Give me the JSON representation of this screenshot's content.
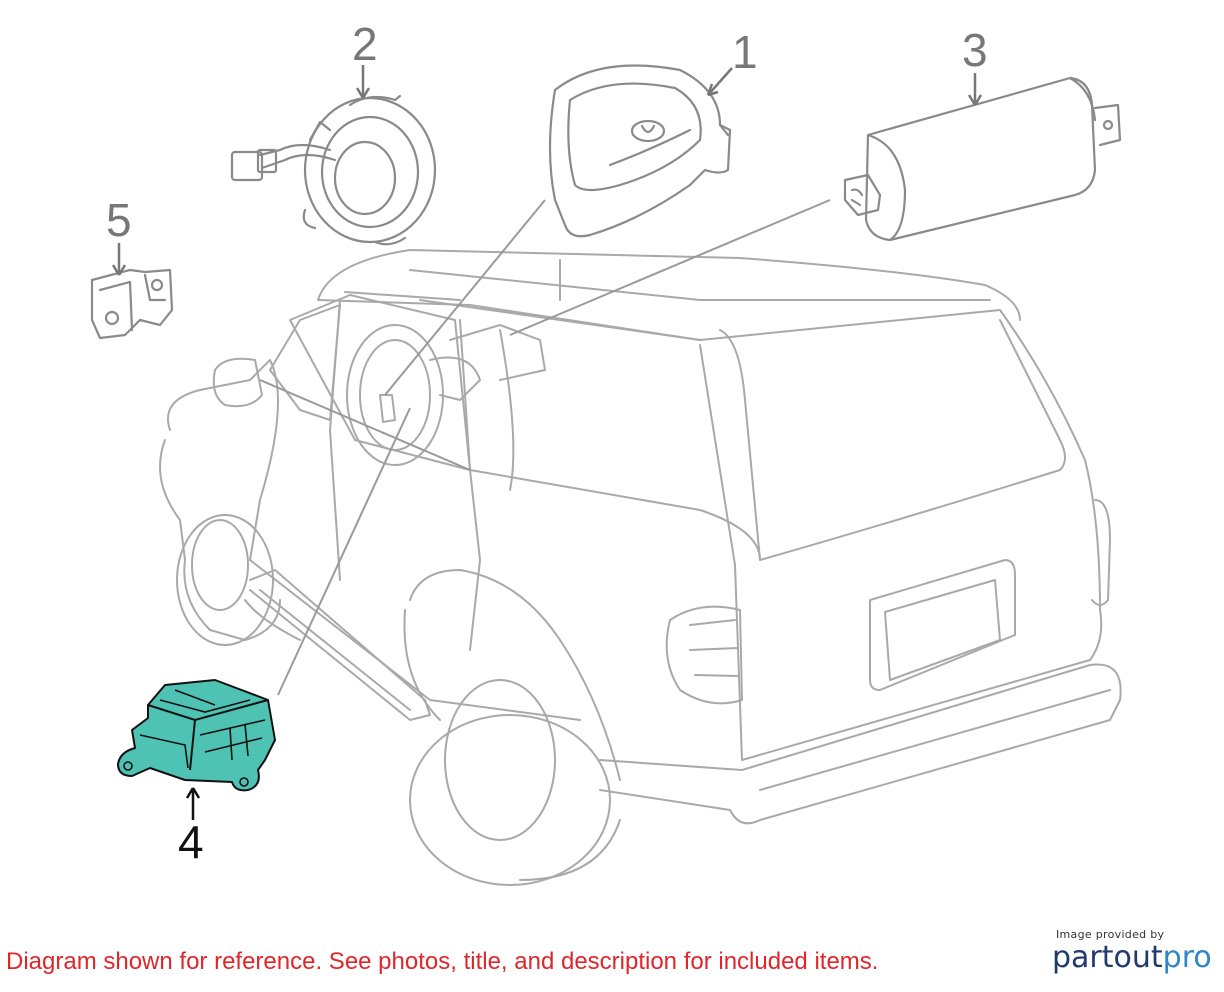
{
  "diagram": {
    "callouts": [
      {
        "id": "1",
        "label": "1"
      },
      {
        "id": "2",
        "label": "2"
      },
      {
        "id": "3",
        "label": "3"
      },
      {
        "id": "4",
        "label": "4"
      },
      {
        "id": "5",
        "label": "5"
      }
    ],
    "highlighted_part": "4",
    "highlight_color": "#4fc3b3"
  },
  "footer": {
    "disclaimer": "Diagram shown for reference. See photos, title, and description for included items.",
    "disclaimer_color": "#e0262a",
    "credit_small": "Image provided by",
    "credit_brand_a": "partout",
    "credit_brand_b": "pro"
  }
}
